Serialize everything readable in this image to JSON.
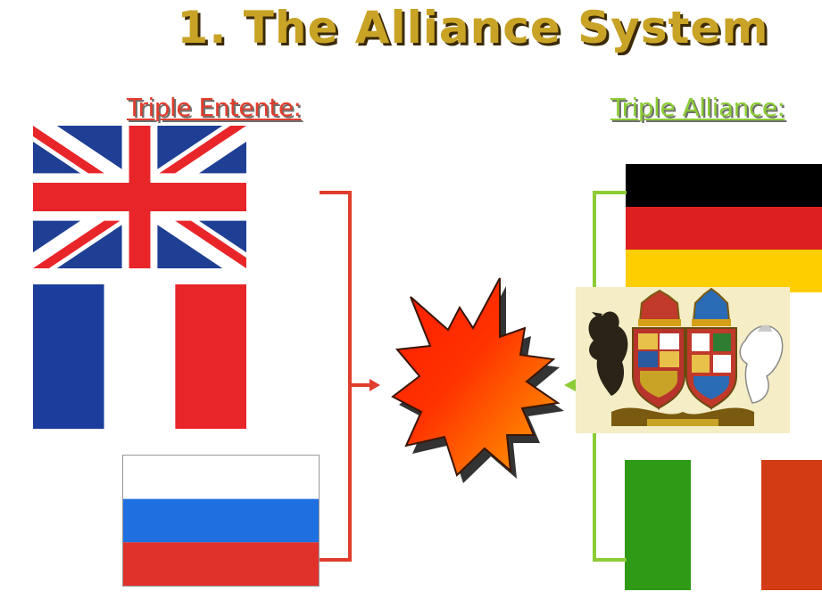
{
  "title": "1. The Alliance System",
  "entente": {
    "label": "Triple Entente:",
    "color": "#e03d2c",
    "flags": [
      "uk-flag",
      "france-flag",
      "russia-flag"
    ]
  },
  "alliance": {
    "label": "Triple Alliance:",
    "color": "#8ccc35",
    "flags": [
      "germany-flag",
      "austria-hungary-coat-of-arms",
      "italy-flag"
    ]
  },
  "explosion": {
    "icon": "explosion-burst-icon",
    "colors": [
      "#ff1a00",
      "#ffa500"
    ]
  }
}
